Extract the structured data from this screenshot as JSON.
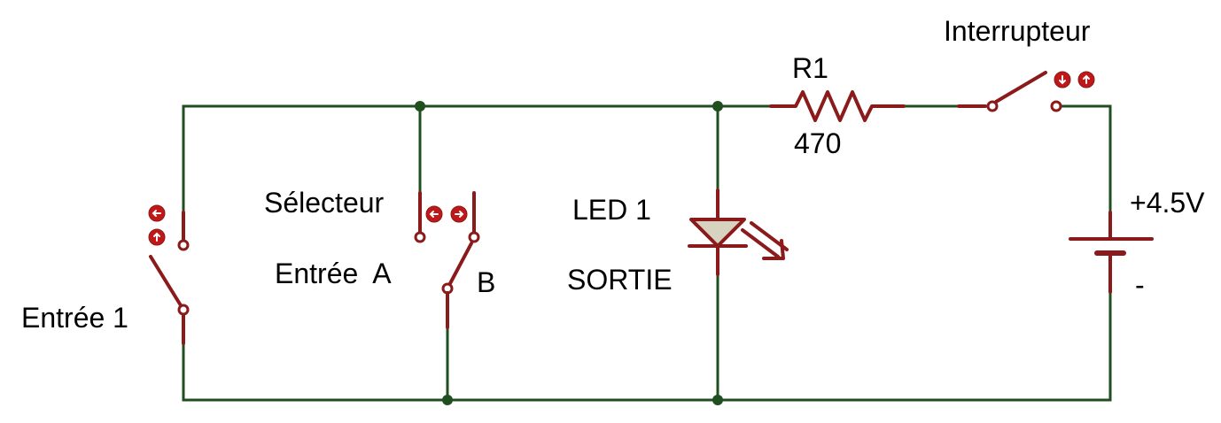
{
  "labels": {
    "entree1": "Entrée 1",
    "selecteur": "Sélecteur",
    "entree_a": "Entrée  A",
    "b": "B",
    "led": "LED 1",
    "sortie": "SORTIE",
    "r1": "R1",
    "r1_value": "470",
    "interrupteur": "Interrupteur",
    "battery_plus": "+4.5V",
    "battery_minus": "-"
  },
  "colors": {
    "wire": "#1f4f1f",
    "component": "#8b1a1a",
    "button": "#c01818",
    "led_fill": "#d8d2c0"
  },
  "icons": {
    "switch_button": "toggle-arrow-icon"
  }
}
